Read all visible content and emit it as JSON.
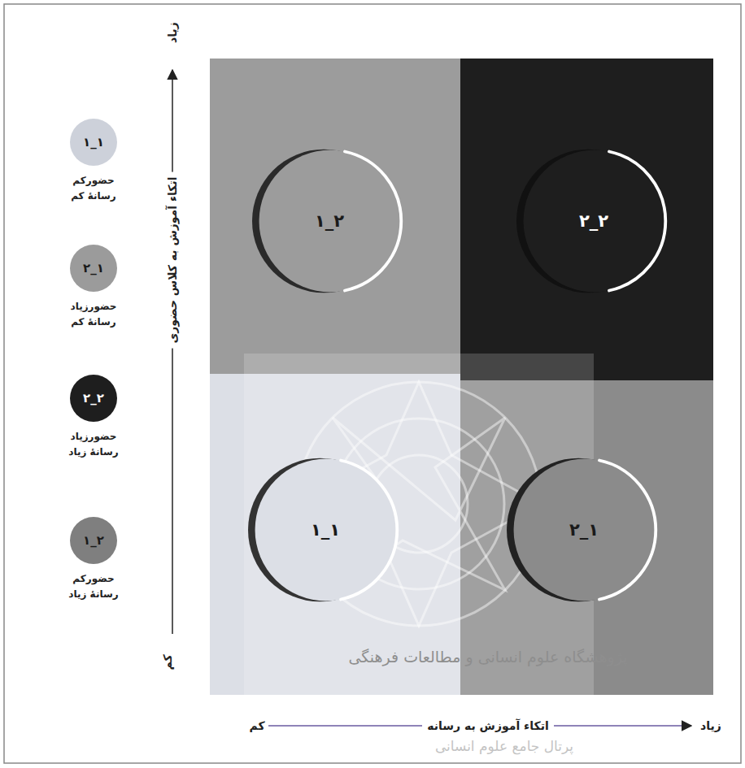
{
  "diagram": {
    "nodes": [
      {
        "text": [
          "۲_۱"
        ]
      },
      {
        "text": [
          "۲_۲"
        ]
      },
      {
        "text": [
          "۱_۱"
        ]
      },
      {
        "text": [
          "۱_۲"
        ]
      }
    ],
    "labels": [
      "زیاد",
      "کم",
      "اتکاء آموزش به کلاس حضوری",
      "کم",
      "اتکاء آموزش به رسانه",
      "زیاد",
      "۱_۱",
      "۲_۱",
      "۲_۲",
      "۱_۲",
      "پژوهشگاه علوم انسانی و مطالعات فرهنگی",
      "پرتال جامع علوم انسانی"
    ],
    "legend": [
      {
        "text": "حضورکم رسانهٔ کم",
        "color": "#cdd1da"
      },
      {
        "text": "حضورزیاد رسانهٔ کم",
        "color": "#9b9b9b"
      },
      {
        "text": "حضورزیاد رسانهٔ زیاد",
        "color": "#1e1e1e"
      },
      {
        "text": "حضورکم رسانهٔ زیاد",
        "color": "#7f7f7f"
      }
    ]
  }
}
